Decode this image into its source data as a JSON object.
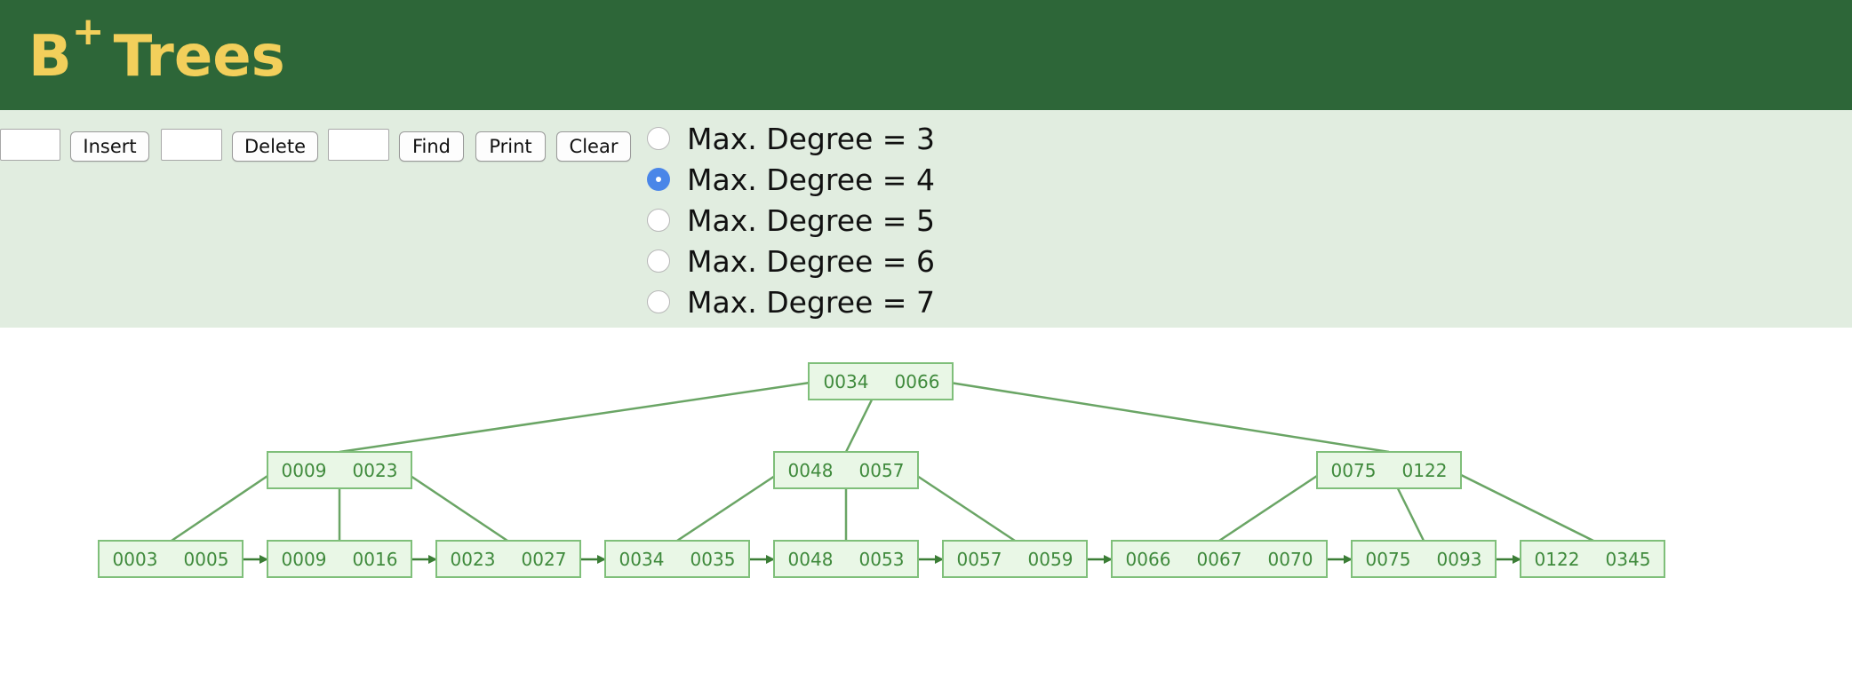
{
  "header": {
    "title_main": "B",
    "title_sup": "+",
    "title_rest": "Trees"
  },
  "controls": {
    "insert_input": "",
    "insert_label": "Insert",
    "delete_input": "",
    "delete_label": "Delete",
    "find_input": "",
    "find_label": "Find",
    "print_label": "Print",
    "clear_label": "Clear"
  },
  "degree_options": [
    {
      "label": "Max. Degree = 3",
      "checked": false
    },
    {
      "label": "Max. Degree = 4",
      "checked": true
    },
    {
      "label": "Max. Degree = 5",
      "checked": false
    },
    {
      "label": "Max. Degree = 6",
      "checked": false
    },
    {
      "label": "Max. Degree = 7",
      "checked": false
    }
  ],
  "tree": {
    "root": {
      "keys": [
        "0034",
        "0066"
      ]
    },
    "internal": [
      {
        "keys": [
          "0009",
          "0023"
        ]
      },
      {
        "keys": [
          "0048",
          "0057"
        ]
      },
      {
        "keys": [
          "0075",
          "0122"
        ]
      }
    ],
    "leaves": [
      {
        "keys": [
          "0003",
          "0005"
        ]
      },
      {
        "keys": [
          "0009",
          "0016"
        ]
      },
      {
        "keys": [
          "0023",
          "0027"
        ]
      },
      {
        "keys": [
          "0034",
          "0035"
        ]
      },
      {
        "keys": [
          "0048",
          "0053"
        ]
      },
      {
        "keys": [
          "0057",
          "0059"
        ]
      },
      {
        "keys": [
          "0066",
          "0067",
          "0070"
        ]
      },
      {
        "keys": [
          "0075",
          "0093"
        ]
      },
      {
        "keys": [
          "0122",
          "0345"
        ]
      }
    ]
  },
  "colors": {
    "header_bg": "#2d6638",
    "title": "#f2cf5b",
    "controls_bg": "#e1ede0",
    "node_fill": "#e9f7e6",
    "node_stroke": "#7fbf7a",
    "key_text": "#3f8a3c",
    "radio_checked": "#4a86e8"
  }
}
